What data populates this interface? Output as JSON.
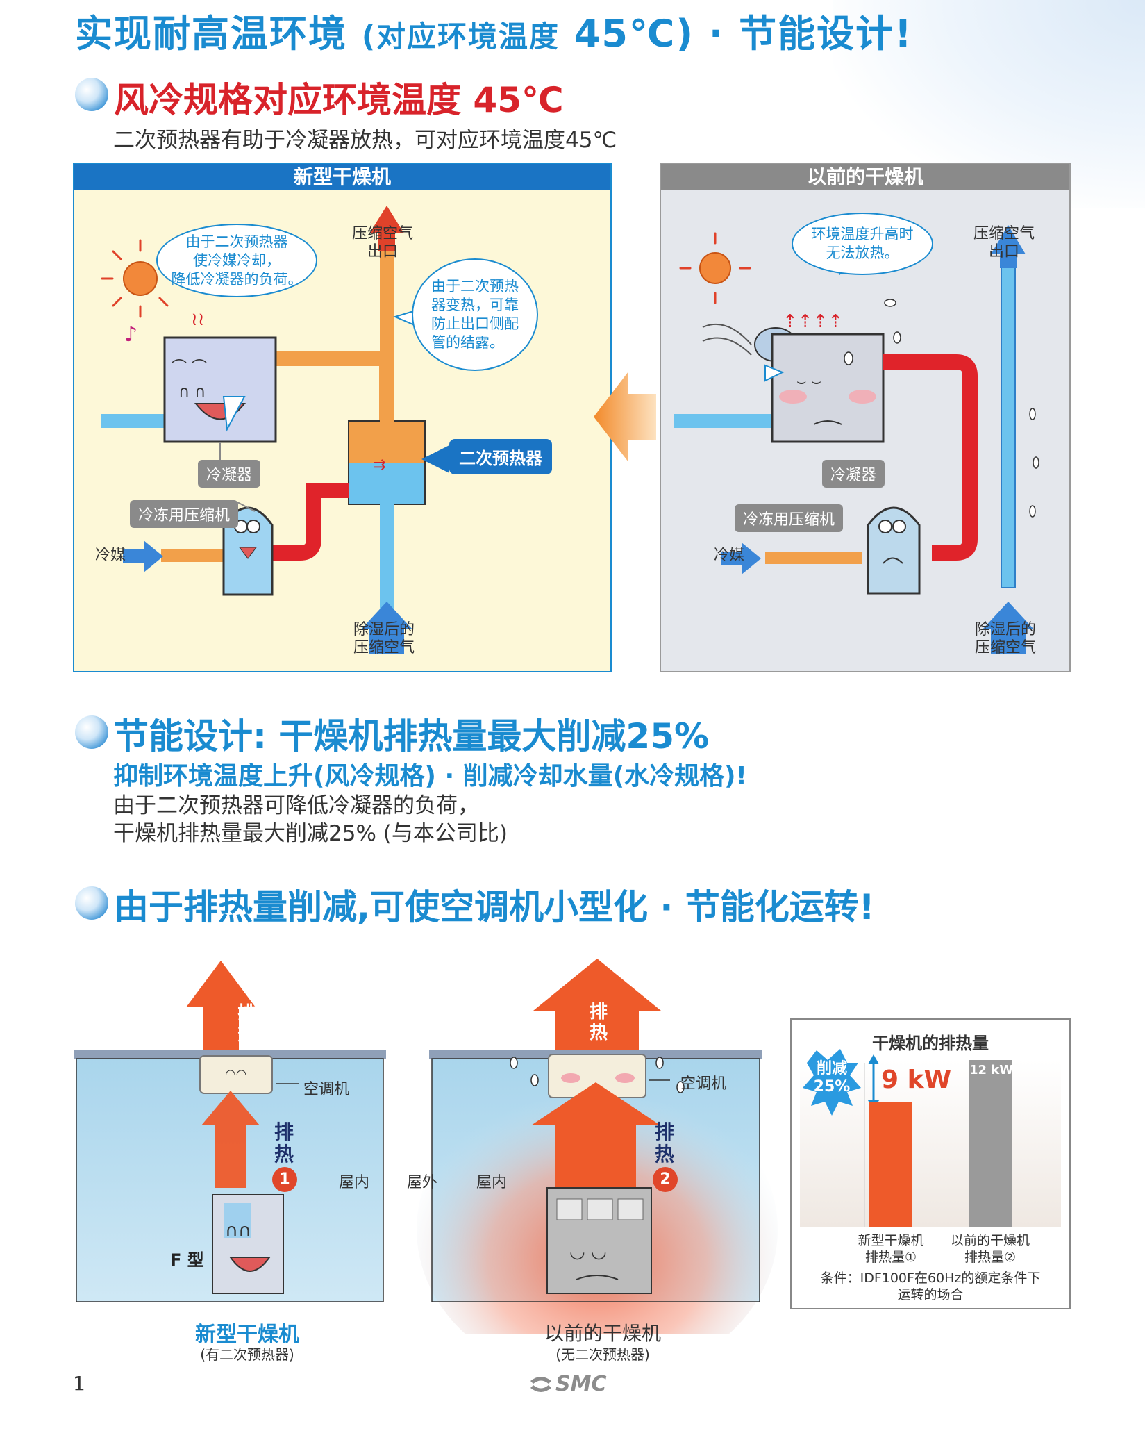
{
  "header": {
    "title_main": "实现耐高温环境",
    "title_sub": "(对应环境温度",
    "title_temp": "45℃)",
    "title_tail": "· 节能设计!"
  },
  "section1": {
    "heading": "风冷规格对应环境温度 45℃",
    "desc": "二次预热器有助于冷凝器放热，可对应环境温度45℃",
    "new_panel": {
      "title": "新型干燥机",
      "bubble1": "由于二次预热器\n使冷媒冷却，\n降低冷凝器的负荷。",
      "bubble2": "由于二次预热\n器变热，可靠\n防止出口侧配\n管的结露。",
      "outlet": "压缩空气\n出口",
      "condenser": "冷凝器",
      "reheater": "二次预热器",
      "compressor": "冷冻用压缩机",
      "refrigerant": "冷媒",
      "inlet": "除湿后的\n压缩空气"
    },
    "old_panel": {
      "title": "以前的干燥机",
      "bubble": "环境温度升高时\n无法放热。",
      "outlet": "压缩空气\n出口",
      "condenser": "冷凝器",
      "compressor": "冷冻用压缩机",
      "refrigerant": "冷媒",
      "inlet": "除湿后的\n压缩空气"
    }
  },
  "section2": {
    "heading": "节能设计: 干燥机排热量最大削减25%",
    "subheading": "抑制环境温度上升(风冷规格) · 削减冷却水量(水冷规格)!",
    "desc_line1": "由于二次预热器可降低冷凝器的负荷，",
    "desc_line2": "干燥机排热量最大削减25% (与本公司比)"
  },
  "section3": {
    "heading": "由于排热量削减,可使空调机小型化 · 节能化运转!",
    "exhaust": "排\n热",
    "exhaust_heat": "排\n热",
    "ac_label": "空调机",
    "indoor": "屋内",
    "outdoor": "屋外",
    "ftype": "F 型",
    "badge1": "1",
    "badge2": "2",
    "new_caption": "新型干燥机",
    "new_sub": "(有二次预热器)",
    "old_caption": "以前的干燥机",
    "old_sub": "(无二次预热器)"
  },
  "chart_data": {
    "type": "bar",
    "title": "干燥机的排热量",
    "categories": [
      "新型干燥机\n排热量①",
      "以前的干燥机\n排热量②"
    ],
    "values": [
      9,
      12
    ],
    "value_labels": [
      "9 kW",
      "12 kW"
    ],
    "unit": "kW",
    "colors": [
      "#ee5a2a",
      "#9a9a9a"
    ],
    "reduction_label": "削减\n25%",
    "note": "条件：IDF100F在60Hz的额定条件下\n运转的场合"
  },
  "footer": {
    "page_number": "1",
    "logo": "SMC"
  }
}
